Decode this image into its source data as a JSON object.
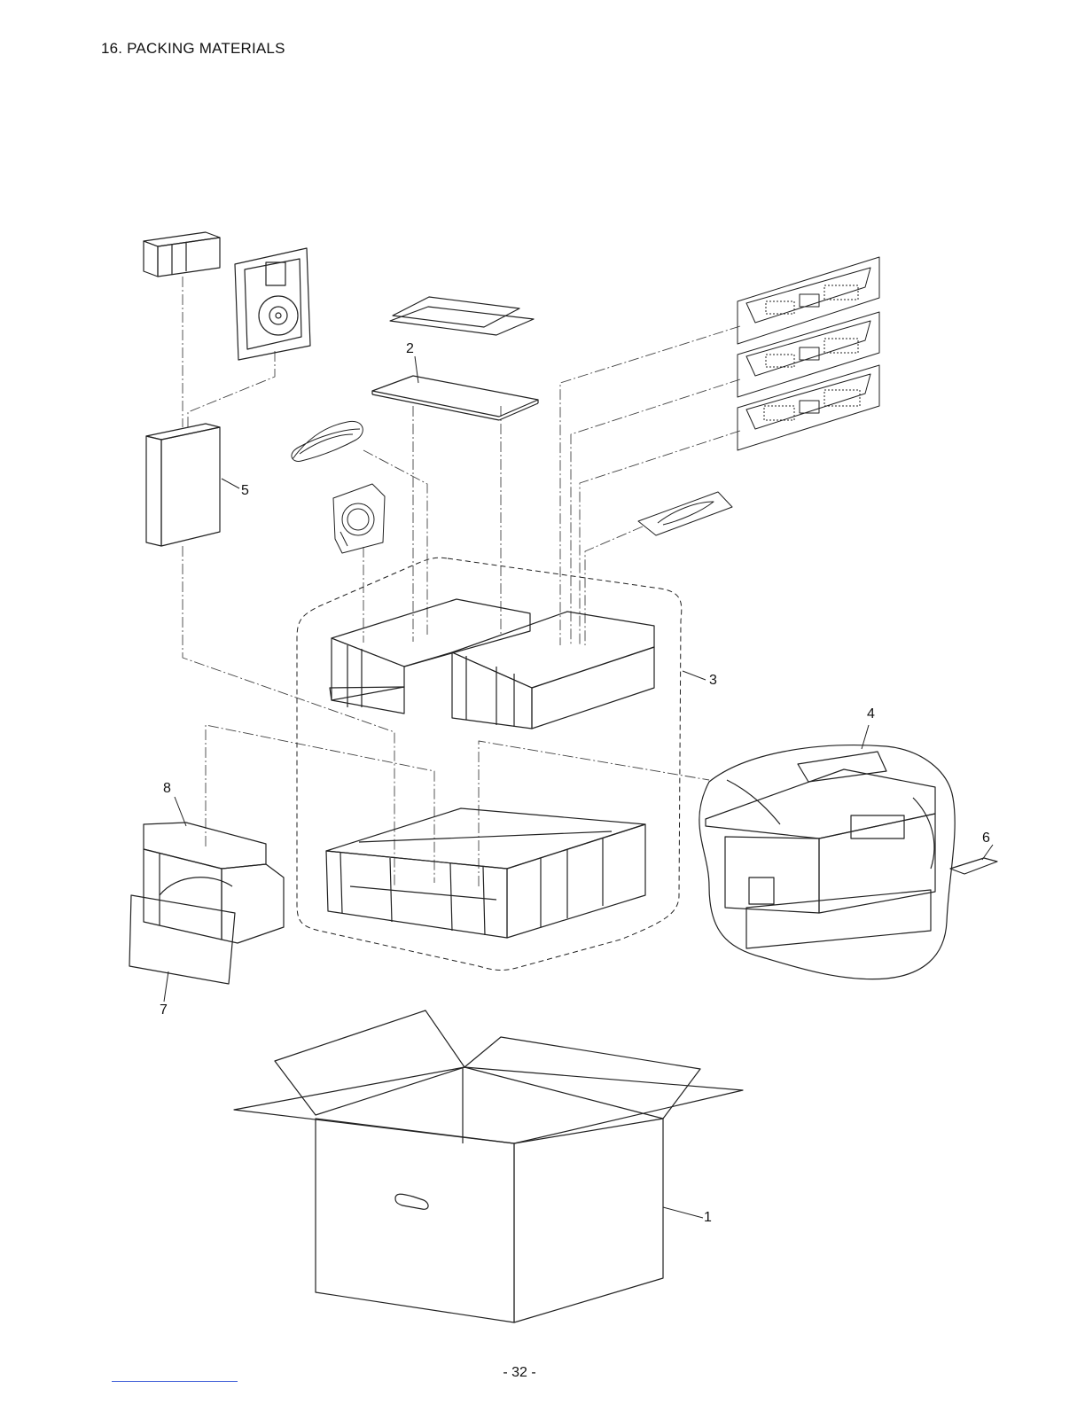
{
  "page": {
    "title": "16. PACKING MATERIALS",
    "page_number": "- 32 -"
  },
  "callouts": [
    {
      "id": "1",
      "label": "1"
    },
    {
      "id": "2",
      "label": "2"
    },
    {
      "id": "3",
      "label": "3"
    },
    {
      "id": "4",
      "label": "4"
    },
    {
      "id": "5",
      "label": "5"
    },
    {
      "id": "6",
      "label": "6"
    },
    {
      "id": "7",
      "label": "7"
    },
    {
      "id": "8",
      "label": "8"
    }
  ],
  "colors": {
    "line": "#222222",
    "footer_link_line": "#3b5bd6"
  }
}
